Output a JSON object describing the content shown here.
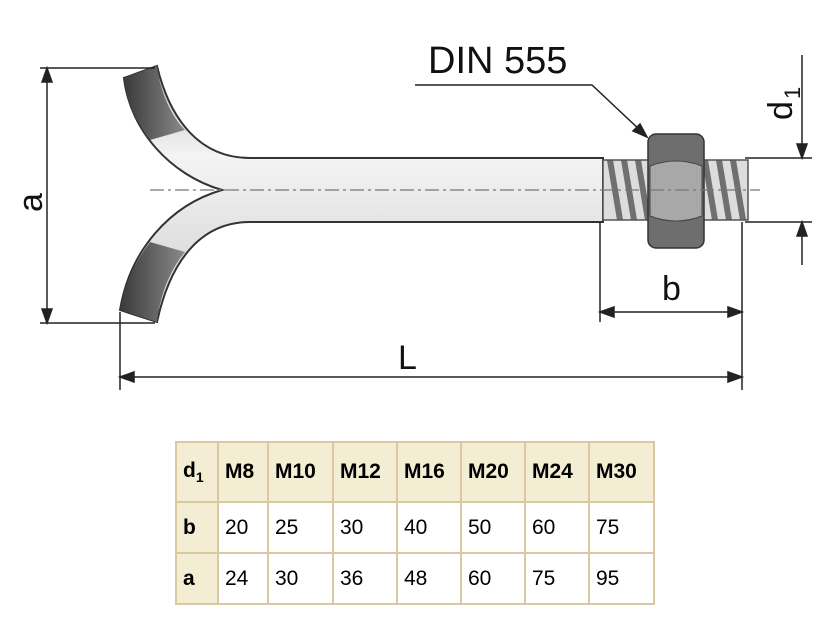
{
  "diagram": {
    "callout": "DIN 555",
    "dim_a": "a",
    "dim_L": "L",
    "dim_b": "b",
    "dim_d1_base": "d",
    "dim_d1_sub": "1"
  },
  "table": {
    "header_label": "d",
    "header_sub": "1",
    "columns": [
      "M8",
      "M10",
      "M12",
      "M16",
      "M20",
      "M24",
      "M30"
    ],
    "rows": [
      {
        "label": "b",
        "values": [
          "20",
          "25",
          "30",
          "40",
          "50",
          "60",
          "75"
        ]
      },
      {
        "label": "a",
        "values": [
          "24",
          "30",
          "36",
          "48",
          "60",
          "75",
          "95"
        ]
      }
    ]
  }
}
